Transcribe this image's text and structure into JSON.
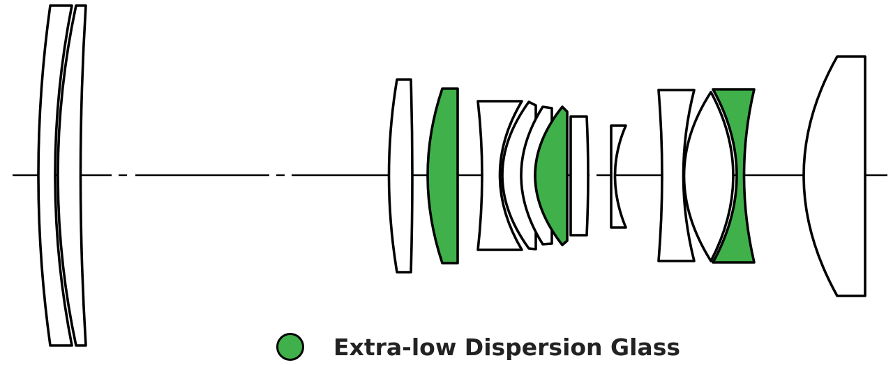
{
  "colors": {
    "ed_glass": "#3fb04a",
    "normal_glass": "#ffffff",
    "outline": "#000000",
    "legend_text": "#222222"
  },
  "diagram": {
    "elements": [
      {
        "id": "1",
        "material": "normal"
      },
      {
        "id": "2",
        "material": "normal"
      },
      {
        "id": "3",
        "material": "normal"
      },
      {
        "id": "4",
        "material": "ed"
      },
      {
        "id": "5",
        "material": "normal"
      },
      {
        "id": "6",
        "material": "normal"
      },
      {
        "id": "7",
        "material": "normal"
      },
      {
        "id": "8",
        "material": "ed"
      },
      {
        "id": "9",
        "material": "normal"
      },
      {
        "id": "10",
        "material": "normal"
      },
      {
        "id": "11",
        "material": "normal"
      },
      {
        "id": "12",
        "material": "normal"
      },
      {
        "id": "13",
        "material": "ed"
      },
      {
        "id": "14",
        "material": "normal"
      }
    ]
  },
  "legend": {
    "label": "Extra-low Dispersion Glass",
    "swatch": "green-circle-icon"
  }
}
